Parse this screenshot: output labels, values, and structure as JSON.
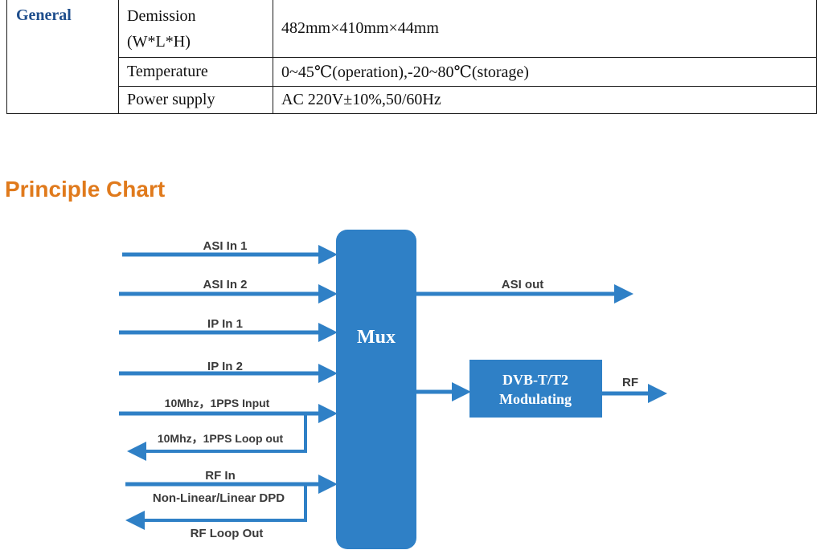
{
  "spec_table": {
    "group": "General",
    "rows": [
      {
        "label_line1": "Demission",
        "label_line2": "(W*L*H)",
        "value": "482mm×410mm×44mm"
      },
      {
        "label": "Temperature",
        "value": "0~45℃(operation),-20~80℃(storage)"
      },
      {
        "label": "Power supply",
        "value": "AC 220V±10%,50/60Hz"
      }
    ]
  },
  "section_title": "Principle Chart",
  "diagram": {
    "colors": {
      "blue": "#2f80c6",
      "title": "#e07a1c",
      "group_text": "#1f4e8c"
    },
    "inputs": [
      "ASI In 1",
      "ASI In 2",
      "IP In 1",
      "IP In 2",
      "10Mhz，1PPS Input",
      "RF In"
    ],
    "loop_outs": [
      "10Mhz，1PPS Loop out",
      "RF Loop Out"
    ],
    "dpd_label": "Non-Linear/Linear DPD",
    "mux_label": "Mux",
    "modulator_line1": "DVB-T/T2",
    "modulator_line2": "Modulating",
    "outputs": [
      "ASI out",
      "RF"
    ]
  }
}
